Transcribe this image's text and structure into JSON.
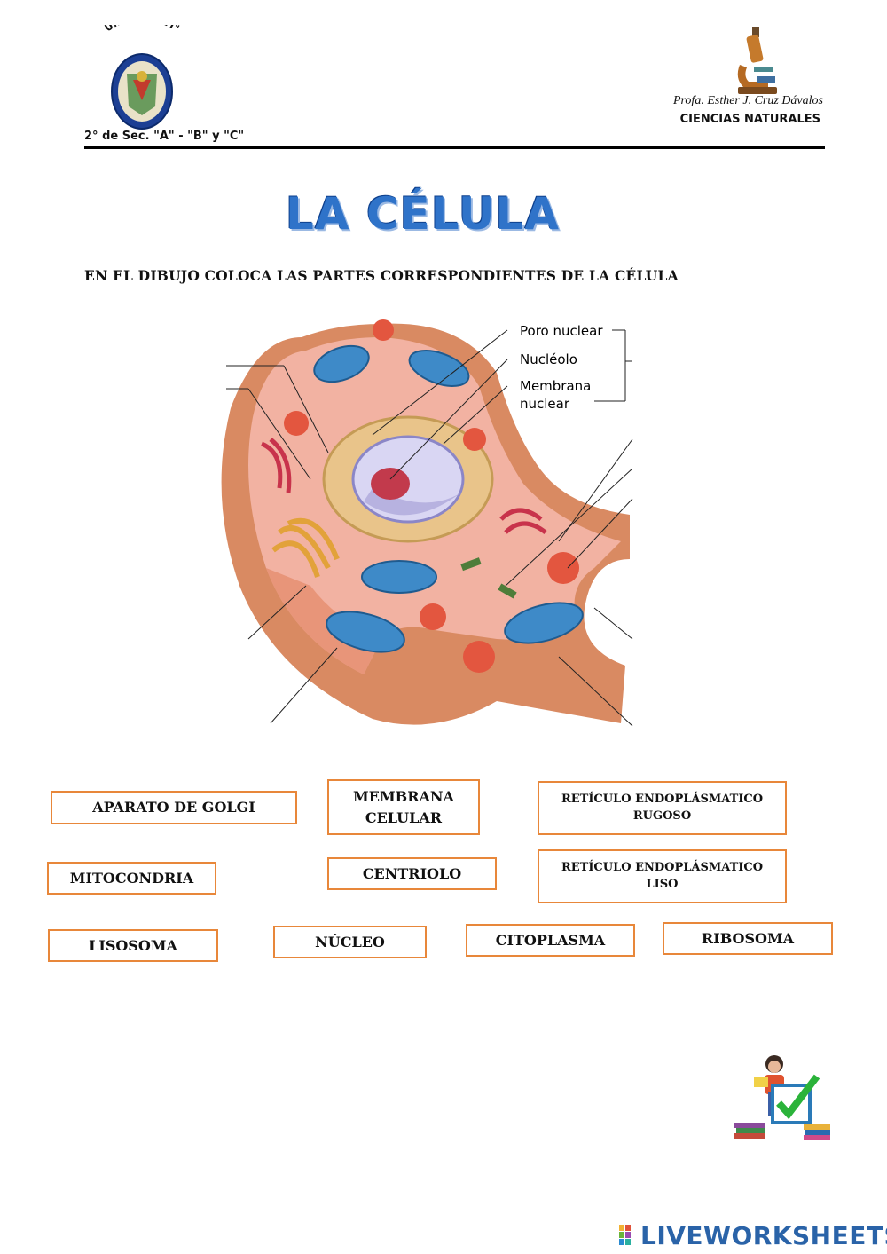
{
  "header": {
    "school_name": "U.E. \"INGAVI\"",
    "grade": "2° de Sec. \"A\" - \"B\" y \"C\"",
    "teacher": "Profa. Esther J. Cruz Dávalos",
    "subject": "CIENCIAS NATURALES"
  },
  "title": "LA CÉLULA",
  "instruction": "EN EL DIBUJO COLOCA LAS PARTES CORRESPONDIENTES  DE LA CÉLULA",
  "diagram": {
    "labels": {
      "poro": "Poro nuclear",
      "nucleolo": "Nucléolo",
      "membrana_1": "Membrana",
      "membrana_2": "nuclear"
    }
  },
  "answer_boxes": [
    "APARATO DE GOLGI",
    "MEMBRANA\nCELULAR",
    "RETÍCULO ENDOPLÁSMATICO\nRUGOSO",
    "MITOCONDRIA",
    "CENTRIOLO",
    "RETÍCULO ENDOPLÁSMATICO\nLISO",
    "LISOSOMA",
    "NÚCLEO",
    "CITOPLASMA",
    "RIBOSOMA"
  ],
  "footer": {
    "brand": "LIVEWORKSHEETS"
  },
  "colors": {
    "box_border": "#e8873a",
    "title_blue": "#2f73c9",
    "brand_blue": "#2a63a8"
  }
}
